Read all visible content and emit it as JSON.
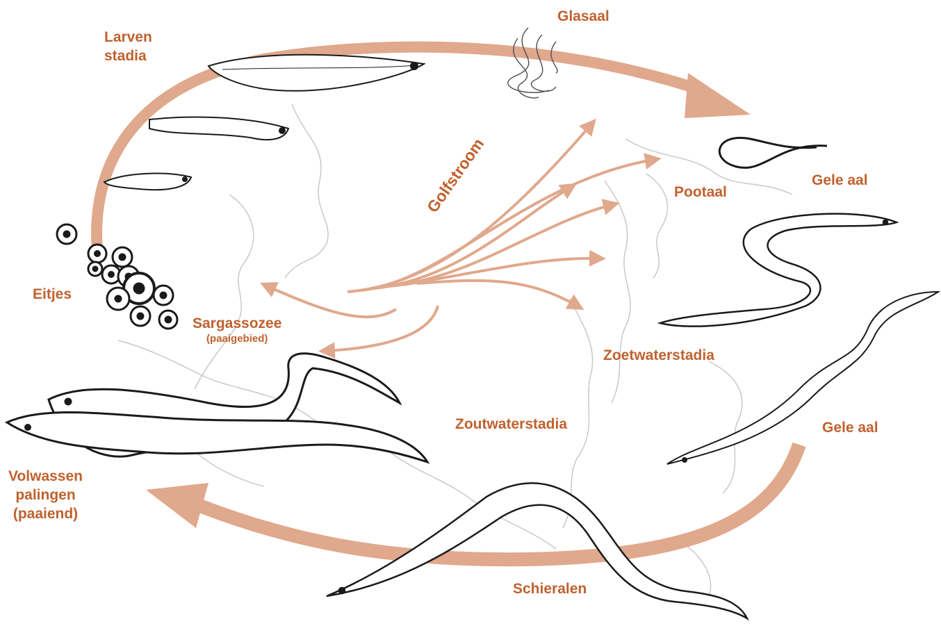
{
  "colors": {
    "arrow": "#e0a88c",
    "label": "#c0612e",
    "outline": "#1a1a1a",
    "map": "#c8c8c8"
  },
  "labels": {
    "larval_line1": "Larven",
    "larval_line2": "stadia",
    "glass_eel": "Glasaal",
    "yellow_eel_top": "Gele aal",
    "elver": "Pootaal",
    "gulf_stream": "Golfstroom",
    "eggs": "Eitjes",
    "sargasso": "Sargassozee",
    "sargasso_sub": "(paaigebied)",
    "freshwater": "Zoetwaterstadia",
    "saltwater": "Zoutwaterstadia",
    "yellow_eel_bottom": "Gele aal",
    "adult_line1": "Volwassen",
    "adult_line2": "palingen",
    "adult_line3": "(paaiend)",
    "silver_eels": "Schieralen"
  },
  "icons": {
    "eggs": "egg-cluster-icon",
    "larva": "leptocephalus-larva-icon",
    "glass_eel": "glass-eel-icon",
    "elver": "elver-icon",
    "yellow_eel": "yellow-eel-icon",
    "silver_eel": "silver-eel-icon",
    "adult_eel": "adult-eel-icon"
  }
}
